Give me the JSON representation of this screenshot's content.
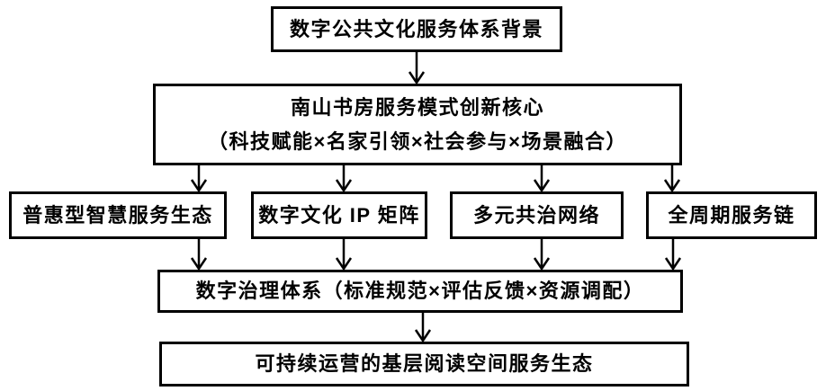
{
  "colors": {
    "background": "#ffffff",
    "box_border": "#000000",
    "text": "#000000",
    "arrow": "#000000"
  },
  "diagram": {
    "nodes": [
      {
        "id": "background",
        "label": "数字公共文化服务体系背景"
      },
      {
        "id": "core",
        "lines": [
          "南山书房服务模式创新核心",
          "（科技赋能×名家引领×社会参与×场景融合）"
        ]
      },
      {
        "id": "pillar-1",
        "label": "普惠型智慧服务生态"
      },
      {
        "id": "pillar-2",
        "label": "数字文化 IP 矩阵"
      },
      {
        "id": "pillar-3",
        "label": "多元共治网络"
      },
      {
        "id": "pillar-4",
        "label": "全周期服务链"
      },
      {
        "id": "governance",
        "label": "数字治理体系（标准规范×评估反馈×资源调配）"
      },
      {
        "id": "outcome",
        "label": "可持续运营的基层阅读空间服务生态"
      }
    ],
    "edges": [
      {
        "from": "background",
        "to": "core"
      },
      {
        "from": "core",
        "to": "pillar-1"
      },
      {
        "from": "core",
        "to": "pillar-2"
      },
      {
        "from": "core",
        "to": "pillar-3"
      },
      {
        "from": "core",
        "to": "pillar-4"
      },
      {
        "from": "pillar-1",
        "to": "governance"
      },
      {
        "from": "pillar-2",
        "to": "governance"
      },
      {
        "from": "pillar-3",
        "to": "governance"
      },
      {
        "from": "pillar-4",
        "to": "governance"
      },
      {
        "from": "governance",
        "to": "outcome"
      }
    ]
  }
}
